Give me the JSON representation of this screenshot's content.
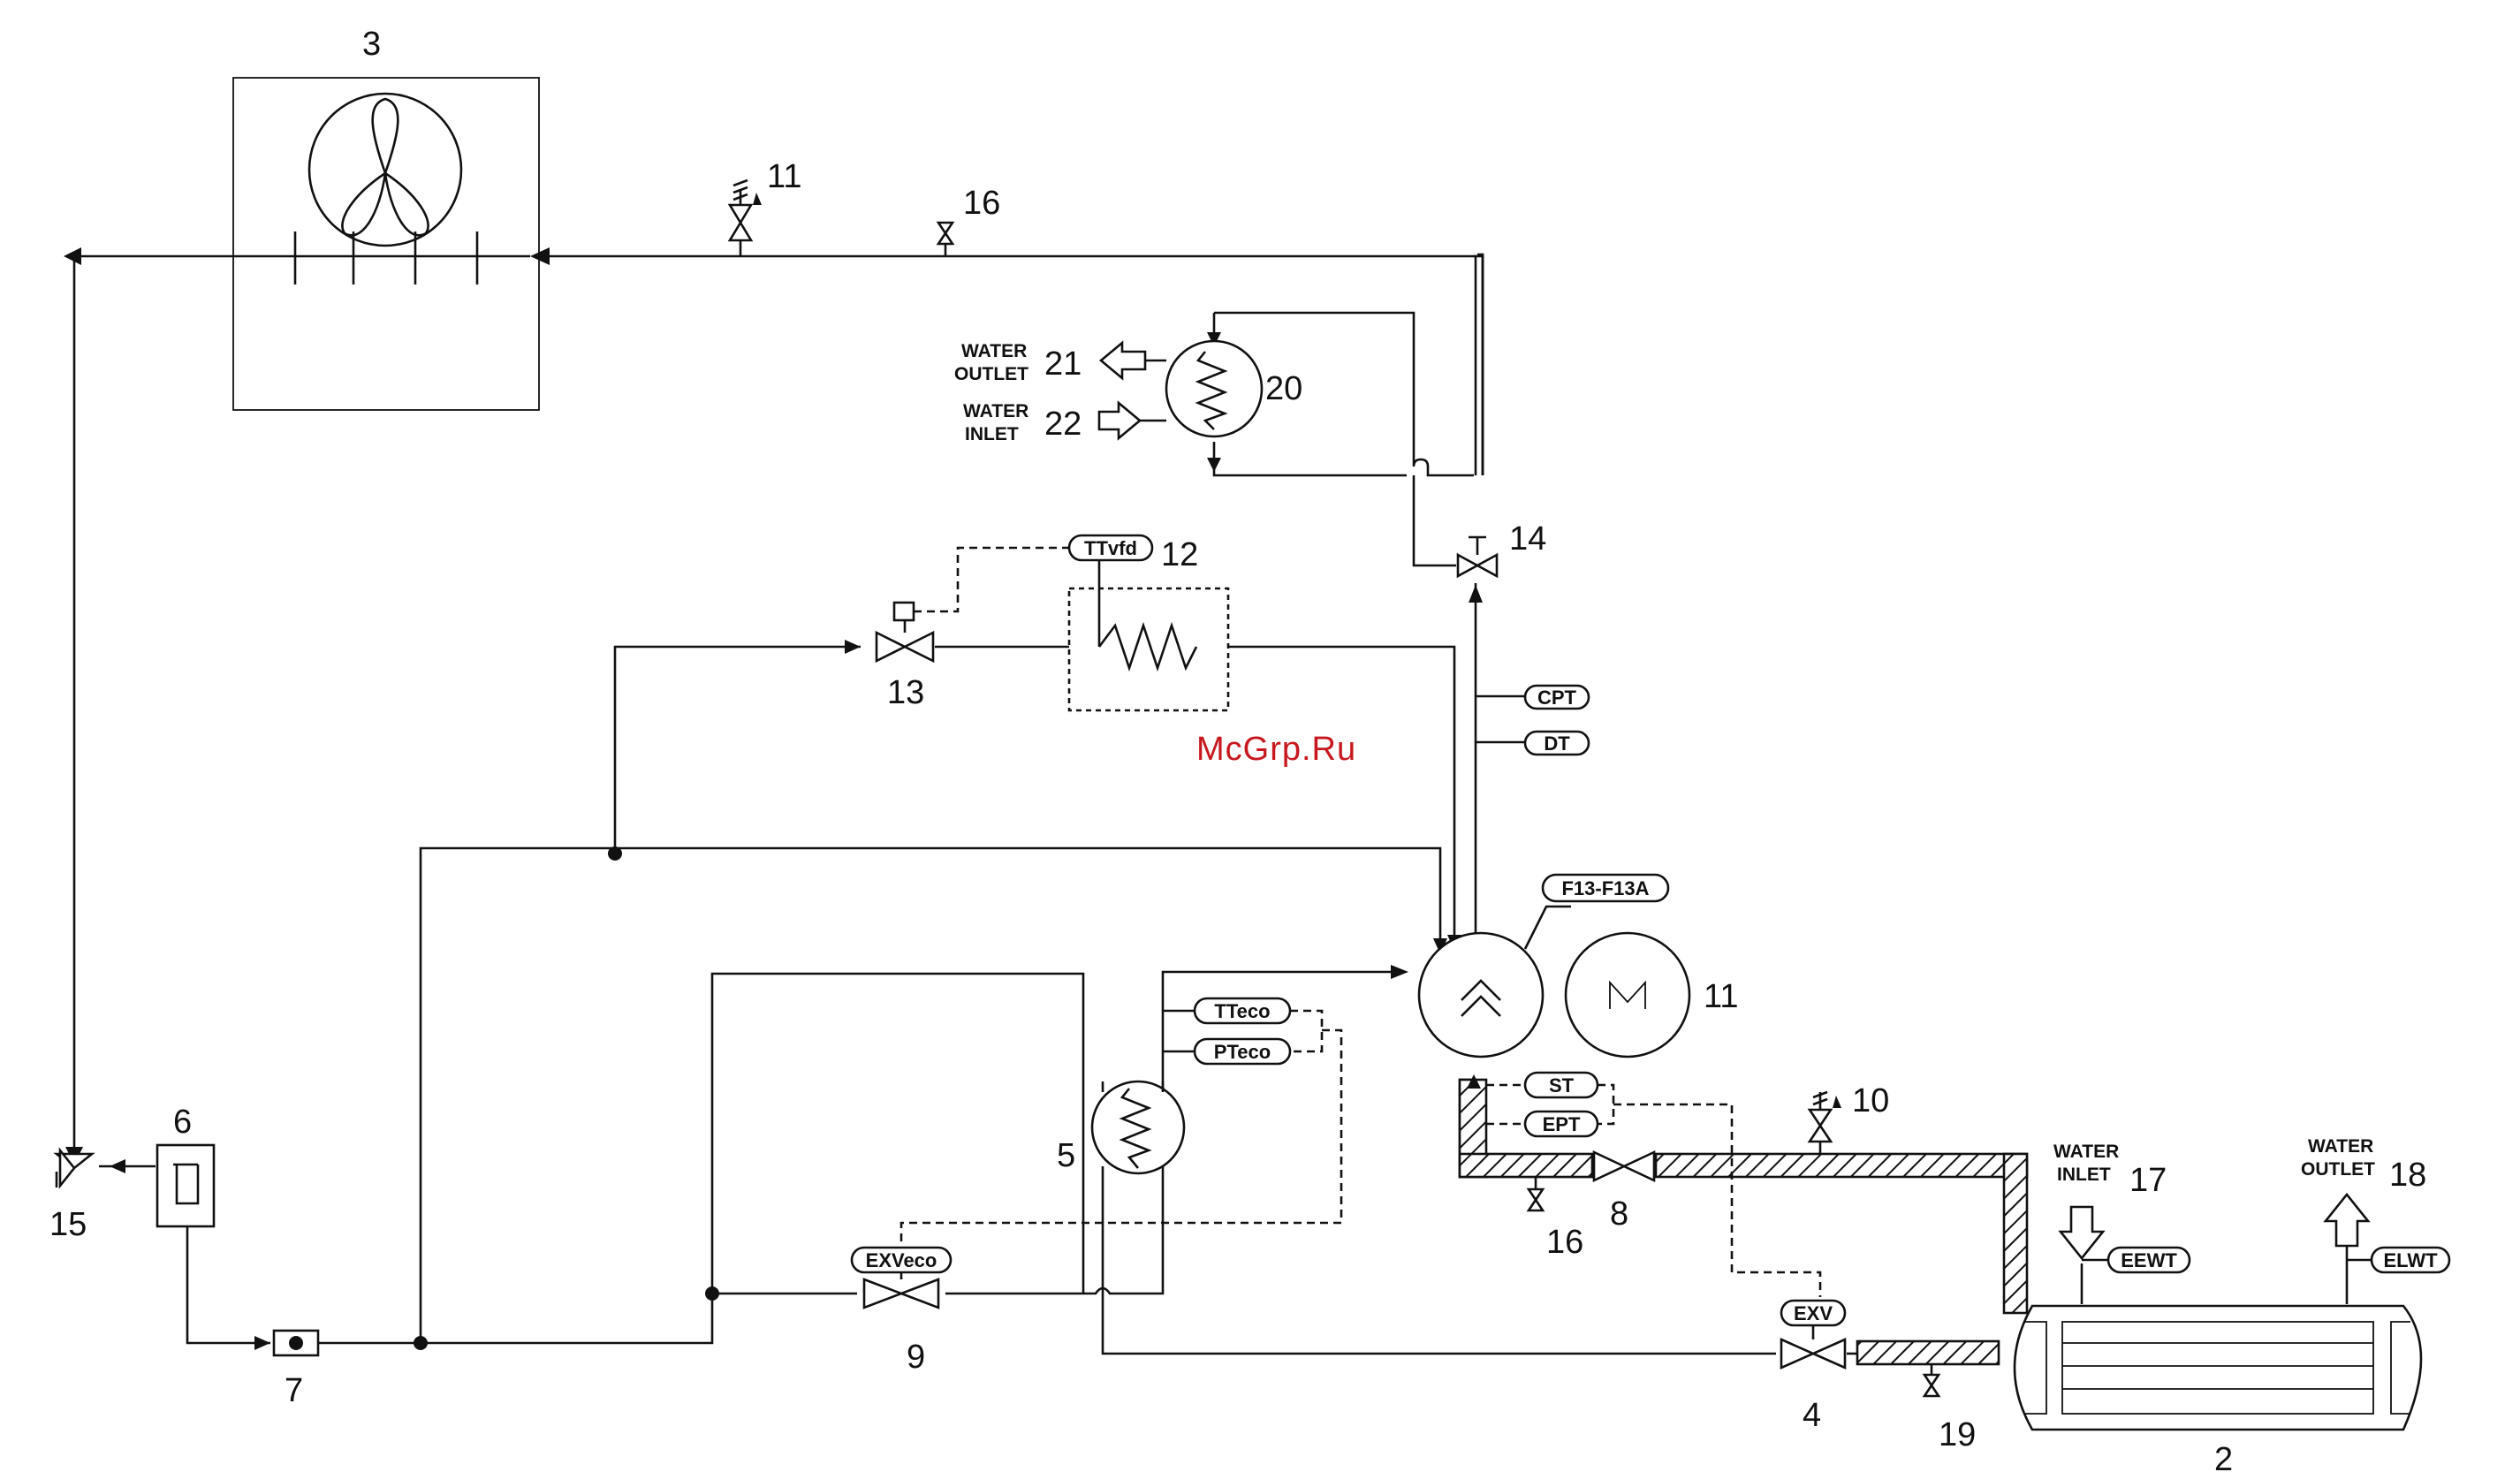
{
  "watermark": "McGrp.Ru",
  "component_numbers": {
    "condenser": "3",
    "relief_valve_top": "11",
    "service_valve_top": "16",
    "heat_recovery_exchanger": "20",
    "heat_recovery_water_outlet": "21",
    "heat_recovery_water_inlet": "22",
    "check_valve_discharge": "14",
    "vfd_cooler": "12",
    "vfd_valve": "13",
    "motor": "11",
    "economizer": "5",
    "filter_drier": "6",
    "sight_glass": "7",
    "liquid_shutoff_valve": "15",
    "eco_expansion_valve": "9",
    "suction_relief_valve": "10",
    "suction_valve": "8",
    "suction_service_valve": "16",
    "evaporator_water_inlet": "17",
    "evaporator_water_outlet": "18",
    "main_expansion_valve": "4",
    "liquid_service_valve": "19",
    "evaporator": "2"
  },
  "water_labels": {
    "hr_outlet_line1": "WATER",
    "hr_outlet_line2": "OUTLET",
    "hr_inlet_line1": "WATER",
    "hr_inlet_line2": "INLET",
    "evap_inlet_line1": "WATER",
    "evap_inlet_line2": "INLET",
    "evap_outlet_line1": "WATER",
    "evap_outlet_line2": "OUTLET"
  },
  "sensor_tags": {
    "vfd_temp": "TTvfd",
    "cond_pressure": "CPT",
    "discharge_temp": "DT",
    "compressor": "F13-F13A",
    "eco_temp": "TTeco",
    "eco_pressure": "PTeco",
    "suction_temp": "ST",
    "evap_pressure": "EPT",
    "eco_valve": "EXVeco",
    "main_valve": "EXV",
    "entering_water": "EEWT",
    "leaving_water": "ELWT"
  },
  "colors": {
    "line": "#111111",
    "background": "#ffffff",
    "watermark": "#c8181e"
  }
}
